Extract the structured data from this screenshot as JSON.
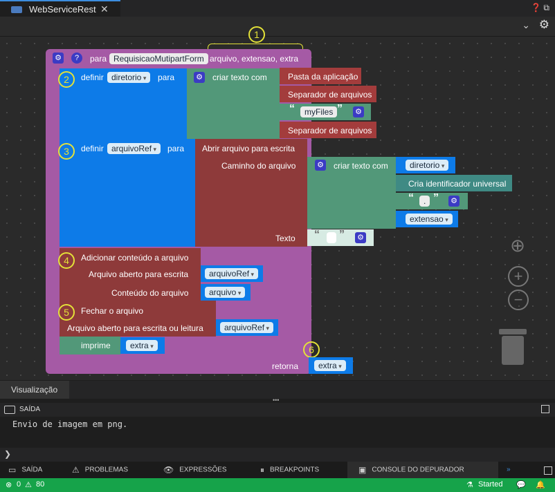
{
  "tab": {
    "title": "WebServiceRest",
    "close": "✕"
  },
  "topright": {
    "help": "❓",
    "restore": "⧉"
  },
  "toolbar": {
    "chevron": "⌄",
    "gear": "⚙"
  },
  "blocks": {
    "proc": {
      "keyword": "para",
      "name": "RequisicaoMutipartForm",
      "params": "arquivo, extensao, extra",
      "returns_label": "retorna",
      "returns_var": "extra"
    },
    "set1": {
      "keyword": "definir",
      "var": "diretorio",
      "to": "para",
      "create_text": "criar texto com",
      "item1": "Pasta da aplicação",
      "item2": "Separador de arquivos",
      "item3": "myFiles",
      "item4": "Separador de arquivos"
    },
    "set2": {
      "keyword": "definir",
      "var": "arquivoRef",
      "to": "para",
      "open": "Abrir arquivo para escrita",
      "path": "Caminho do arquivo",
      "create_text": "criar texto com",
      "item1": "diretorio",
      "item2": "Cria identificador universal",
      "item3": ".",
      "item4": "extensao",
      "text_label": "Texto"
    },
    "append": {
      "title": "Adicionar conteúdo a arquivo",
      "file_label": "Arquivo aberto para escrita",
      "file_var": "arquivoRef",
      "content_label": "Conteúdo do arquivo",
      "content_var": "arquivo"
    },
    "close": {
      "title": "Fechar o arquivo",
      "file_label": "Arquivo aberto para escrita ou leitura",
      "file_var": "arquivoRef"
    },
    "print": {
      "label": "imprime",
      "var": "extra"
    },
    "quote_open": "“",
    "quote_close": "”"
  },
  "annotations": [
    "1",
    "2",
    "3",
    "4",
    "5",
    "6"
  ],
  "controls": {
    "target": "⊕",
    "zoom_in": "+",
    "zoom_out": "−"
  },
  "panels": {
    "vis_tab": "Visualização",
    "grip": "•••",
    "output_title": "SAÍDA",
    "output_text": "Envio de imagem em png.",
    "prompt": "❯"
  },
  "bottom_tabs": [
    {
      "label": "SAÍDA",
      "icon": "▭"
    },
    {
      "label": "PROBLEMAS",
      "icon": "⚠"
    },
    {
      "label": "EXPRESSÕES",
      "icon": "👁"
    },
    {
      "label": "BREAKPOINTS",
      "icon": "⏸"
    },
    {
      "label": "CONSOLE DO DEPURADOR",
      "icon": "▣"
    }
  ],
  "bottom_more": "»",
  "status": {
    "errors": "0",
    "warnings": "80",
    "started": "Started",
    "err_icon": "⊗",
    "warn_icon": "⚠",
    "flask_icon": "⚗",
    "chat_icon": "💬",
    "bell_icon": "🔔"
  }
}
